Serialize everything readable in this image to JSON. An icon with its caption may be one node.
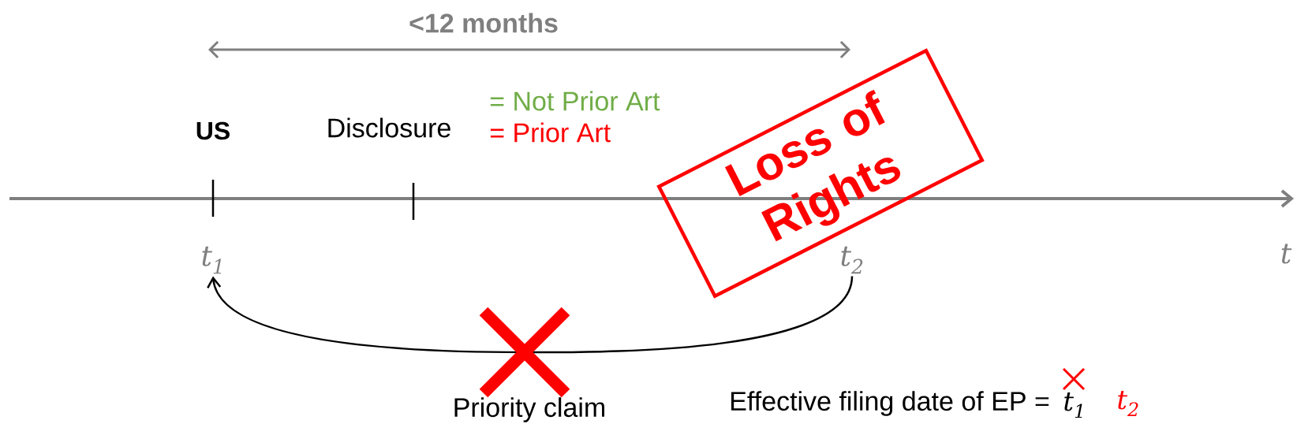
{
  "diagram": {
    "nodes": [
      {
        "text": [
          "t$_{1}$"
        ]
      },
      {
        "text": [
          "t$_{2}$"
        ]
      },
      {
        "text": [
          "Loss of Rights"
        ]
      }
    ],
    "edges": [
      {
        "from": 1,
        "to": 0,
        "arrow": "to",
        "label": "Priority claim"
      }
    ],
    "labels": [
      "<12 months",
      "US",
      "Disclosure",
      "= Not Prior Art",
      "= Prior Art",
      "t",
      "Effective filing date of EP =",
      "t$_{1}$",
      "t$_{2}$"
    ]
  }
}
